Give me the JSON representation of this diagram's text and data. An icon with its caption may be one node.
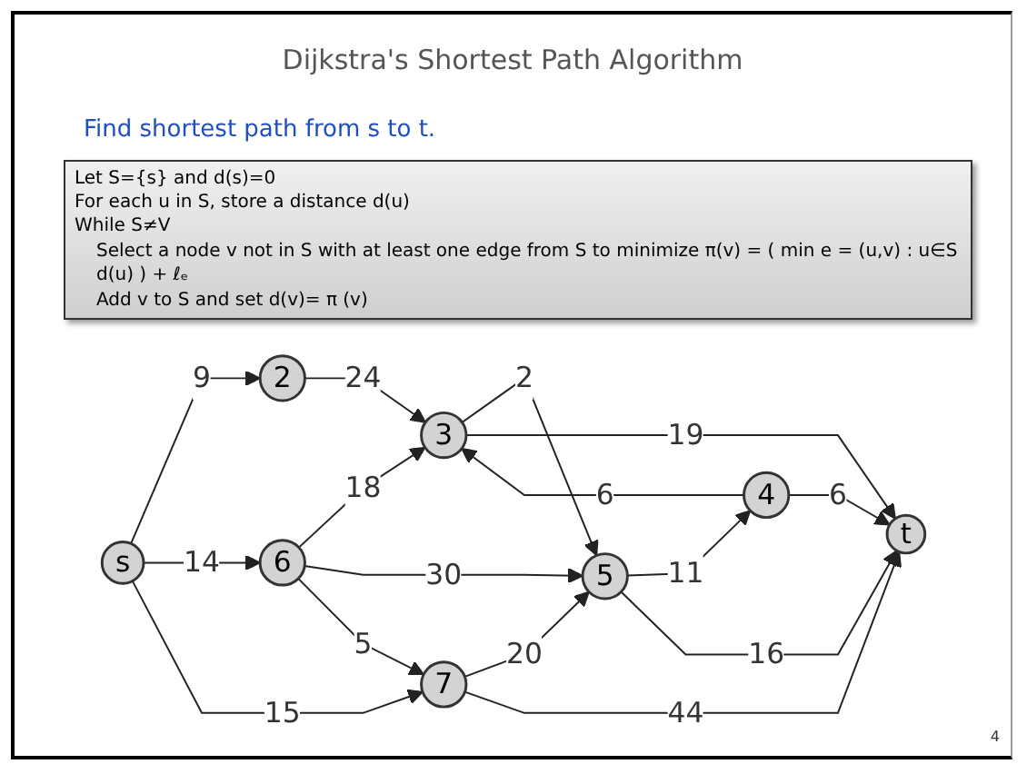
{
  "diagram": {
    "title": "Dijkstra's Shortest Path Algorithm",
    "nodes": [
      {
        "text": [
          "Let S={s} and d(s)=0",
          "For each u in S, store a distance d(u)",
          "While S≠V",
          "Select a node v not in S with at least one edge from S to minimize π(v) = ( min e = (u,v) : u∈S d(u) ) + ℓₑ",
          "Add v to S and set d(v)= π (v)"
        ]
      },
      {
        "text": [
          "s"
        ]
      },
      {
        "text": [
          "2"
        ]
      },
      {
        "text": [
          "3"
        ]
      },
      {
        "text": [
          "4"
        ]
      },
      {
        "text": [
          "5"
        ]
      },
      {
        "text": [
          "6"
        ]
      },
      {
        "text": [
          "7"
        ]
      },
      {
        "text": [
          "t"
        ]
      }
    ],
    "edges": [
      {
        "from": 1,
        "to": 2,
        "arrow": "to",
        "label": "9"
      },
      {
        "from": 2,
        "to": 3,
        "arrow": "to",
        "label": "24"
      },
      {
        "from": 1,
        "to": 6,
        "arrow": "to",
        "label": "14"
      },
      {
        "from": 6,
        "to": 3,
        "arrow": "to",
        "label": "18"
      },
      {
        "from": 3,
        "to": 5,
        "arrow": "to",
        "label": "2"
      },
      {
        "from": 4,
        "to": 3,
        "arrow": "to",
        "label": "6"
      },
      {
        "from": 6,
        "to": 5,
        "arrow": "to",
        "label": "30"
      },
      {
        "from": 5,
        "to": 4,
        "arrow": "to",
        "label": "11"
      },
      {
        "from": 3,
        "to": 8,
        "arrow": "to",
        "label": "19"
      },
      {
        "from": 1,
        "to": 7,
        "arrow": "to",
        "label": "15"
      },
      {
        "from": 6,
        "to": 7,
        "arrow": "to",
        "label": "5"
      },
      {
        "from": 4,
        "to": 8,
        "arrow": "to",
        "label": "6"
      },
      {
        "from": 7,
        "to": 5,
        "arrow": "to",
        "label": "20"
      },
      {
        "from": 5,
        "to": 8,
        "arrow": "to",
        "label": "16"
      },
      {
        "from": 7,
        "to": 8,
        "arrow": "to",
        "label": "44"
      }
    ],
    "labels": [
      "Find shortest path from s to t.",
      "4"
    ]
  }
}
